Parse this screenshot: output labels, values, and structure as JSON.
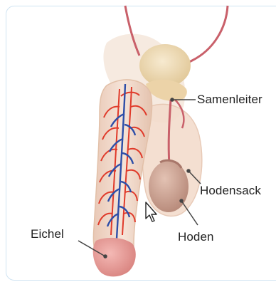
{
  "labels": {
    "samenleiter": "Samenleiter",
    "hodensack": "Hodensack",
    "hoden": "Hoden",
    "eichel": "Eichel"
  },
  "colors": {
    "skin_translucent": "#f1dccd",
    "skin_outline": "#e2c0a8",
    "bladder": "#efdcb0",
    "vas_deferens": "#c9606a",
    "artery": "#e03a2a",
    "vein": "#2d4ea8",
    "glans": "#e59a98",
    "testis": "#c9a08f",
    "leader_line": "#444444",
    "panel_border": "#cfe3f2"
  },
  "cursor_icon": "arrow-cursor-icon"
}
